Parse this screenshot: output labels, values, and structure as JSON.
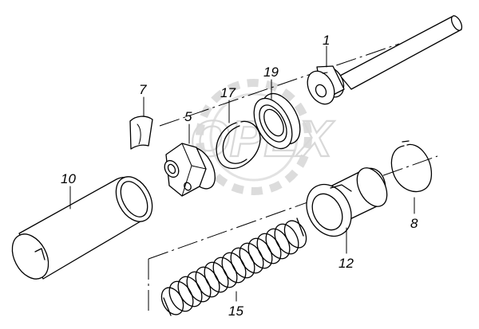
{
  "diagram": {
    "callouts": [
      {
        "id": "part-1",
        "label": "1"
      },
      {
        "id": "part-19",
        "label": "19"
      },
      {
        "id": "part-17",
        "label": "17"
      },
      {
        "id": "part-7",
        "label": "7"
      },
      {
        "id": "part-5",
        "label": "5"
      },
      {
        "id": "part-10",
        "label": "10"
      },
      {
        "id": "part-8",
        "label": "8"
      },
      {
        "id": "part-12",
        "label": "12"
      },
      {
        "id": "part-15",
        "label": "15"
      }
    ],
    "watermark": "OPEX"
  }
}
